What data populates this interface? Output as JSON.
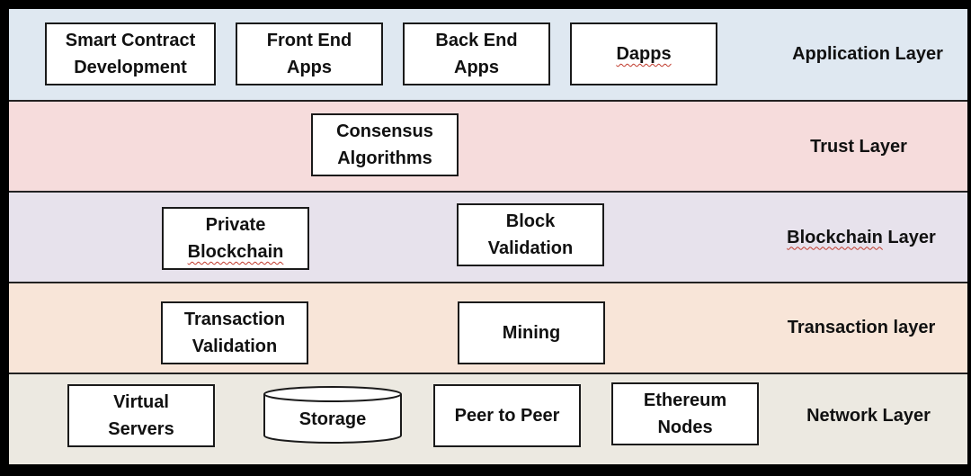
{
  "colors": {
    "application": "#dfe8f1",
    "trust": "#f6dcdc",
    "blockchain": "#e7e2ec",
    "transaction": "#f8e5d8",
    "network": "#ece9e1"
  },
  "layers": {
    "application": {
      "name": "Application Layer",
      "boxes": [
        "Smart Contract\nDevelopment",
        "Front End\nApps",
        "Back End\nApps",
        "Dapps"
      ]
    },
    "trust": {
      "name": "Trust Layer",
      "boxes": [
        "Consensus\nAlgorithms"
      ]
    },
    "blockchain": {
      "name": "Blockchain Layer",
      "boxes": [
        "Private\nBlockchain",
        "Block\nValidation"
      ]
    },
    "transaction": {
      "name": "Transaction layer",
      "boxes": [
        "Transaction\nValidation",
        "Mining"
      ]
    },
    "network": {
      "name": "Network Layer",
      "boxes": [
        "Virtual\nServers",
        "Storage",
        "Peer to Peer",
        "Ethereum\nNodes"
      ]
    }
  }
}
